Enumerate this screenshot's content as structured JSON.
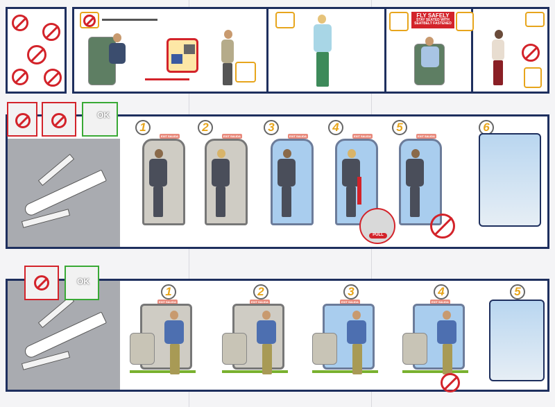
{
  "card": {
    "colors": {
      "frame": "#1e2f5e",
      "prohibited": "#d3232a",
      "ok": "#39a935",
      "accent": "#e7a51c"
    },
    "top": {
      "seatbelt_banner": {
        "title": "FLY SAFELY",
        "line1": "STAY SEATED WITH",
        "line2": "SEATBELT FASTENED"
      }
    },
    "overwing_exit": {
      "ok_label": "OK",
      "exit_sign": "EXIT SALIDA",
      "pull_label": "PULL",
      "steps": [
        "1",
        "2",
        "3",
        "4",
        "5",
        "6"
      ]
    },
    "door_exit": {
      "ok_label": "OK",
      "exit_sign": "EXIT SALIDA",
      "steps": [
        "1",
        "2",
        "3",
        "4",
        "5"
      ]
    }
  }
}
